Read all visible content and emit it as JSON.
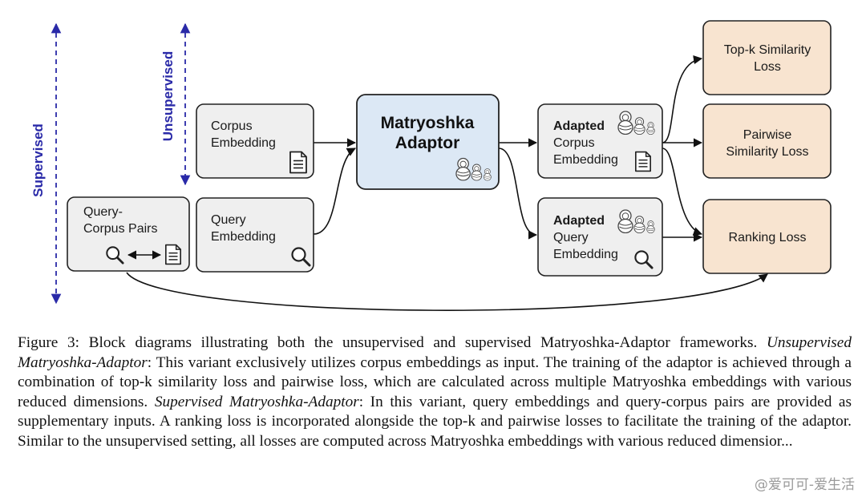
{
  "labels": {
    "supervised": "Supervised",
    "unsupervised": "Unsupervised"
  },
  "boxes": {
    "query_corpus_pairs": [
      "Query-",
      "Corpus Pairs"
    ],
    "corpus_embedding": [
      "Corpus",
      "Embedding"
    ],
    "query_embedding": [
      "Query",
      "Embedding"
    ],
    "matryoshka_adaptor": [
      "Matryoshka",
      "Adaptor"
    ],
    "adapted_corpus": {
      "bold": "Adapted",
      "lines": [
        "Corpus",
        "Embedding"
      ]
    },
    "adapted_query": {
      "bold": "Adapted",
      "lines": [
        "Query",
        "Embedding"
      ]
    },
    "topk_loss": [
      "Top-k Similarity",
      "Loss"
    ],
    "pairwise_loss": [
      "Pairwise",
      "Similarity Loss"
    ],
    "ranking_loss": [
      "Ranking Loss"
    ]
  },
  "icons": [
    "document-icon",
    "magnifier-icon",
    "double-arrow-icon",
    "matryoshka-dolls-icon"
  ],
  "colors": {
    "input_box": "#efefef",
    "adaptor_box": "#dce8f5",
    "loss_box": "#f8e4d0",
    "axis_arrow": "#2a2aa8"
  },
  "caption": {
    "fig_label": "Figure 3: Block diagrams illustrating both the unsupervised and supervised Matryoshka-Adaptor frameworks.",
    "unsup_title": "Unsupervised Matryoshka-Adaptor",
    "unsup_text": ": This variant exclusively utilizes corpus embeddings as input. The training of the adaptor is achieved through a combination of top-k similarity loss and pairwise loss, which are calculated across multiple Matryoshka embeddings with various reduced dimensions.",
    "sup_title": "Supervised Matryoshka-Adaptor",
    "sup_text": ": In this variant, query embeddings and query-corpus pairs are provided as supplementary inputs. A ranking loss is incorporated alongside the top-k and pairwise losses to facilitate the training of the adaptor. Similar to the unsupervised setting, all losses are computed across Matryoshka embeddings with various reduced dimensior..."
  },
  "watermark": "@爱可可-爱生活"
}
